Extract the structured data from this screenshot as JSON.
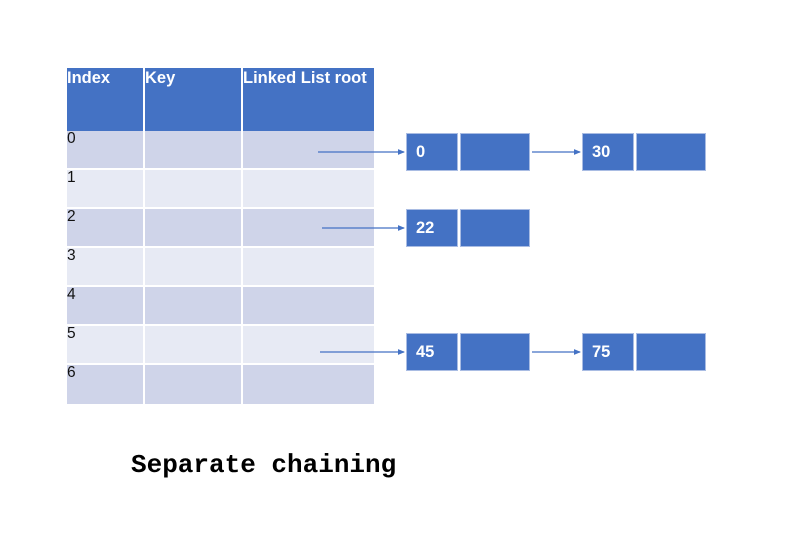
{
  "caption": "Separate chaining",
  "colors": {
    "header_blue": "#4472C4",
    "node_blue": "#4472C4",
    "node_border": "#A9BCE3",
    "row_dark": "#CFD4E9",
    "row_light": "#E7EAF4",
    "arrow": "#4472C4",
    "text_dark": "#111111",
    "text_light": "#FFFFFF",
    "background": "#FFFFFF"
  },
  "table": {
    "headers": [
      "Index",
      "Key",
      "Linked List root"
    ],
    "rows": [
      {
        "index": "0",
        "key": "",
        "root": ""
      },
      {
        "index": "1",
        "key": "",
        "root": ""
      },
      {
        "index": "2",
        "key": "",
        "root": ""
      },
      {
        "index": "3",
        "key": "",
        "root": ""
      },
      {
        "index": "4",
        "key": "",
        "root": ""
      },
      {
        "index": "5",
        "key": "",
        "root": ""
      },
      {
        "index": "6",
        "key": "",
        "root": ""
      }
    ]
  },
  "chains": [
    {
      "bucket": "0",
      "nodes": [
        {
          "value": "0",
          "next": true
        },
        {
          "value": "30",
          "next": false
        }
      ]
    },
    {
      "bucket": "2",
      "nodes": [
        {
          "value": "22",
          "next": false
        }
      ]
    },
    {
      "bucket": "5",
      "nodes": [
        {
          "value": "45",
          "next": true
        },
        {
          "value": "75",
          "next": false
        }
      ]
    }
  ]
}
